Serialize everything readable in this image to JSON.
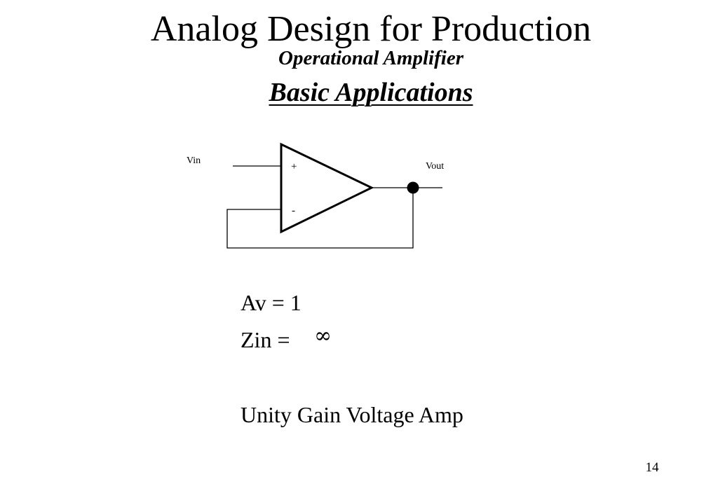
{
  "slide": {
    "title": "Analog Design for Production",
    "subtitle": "Operational Amplifier",
    "heading": "Basic Applications",
    "page_number": "14"
  },
  "diagram": {
    "input_label": "Vin",
    "output_label": "Vout",
    "plus_sign": "+",
    "minus_sign": "-"
  },
  "notes": {
    "gain": "Av = 1",
    "impedance_label": "Zin =",
    "impedance_value": "∞",
    "description": "Unity Gain Voltage Amp"
  }
}
